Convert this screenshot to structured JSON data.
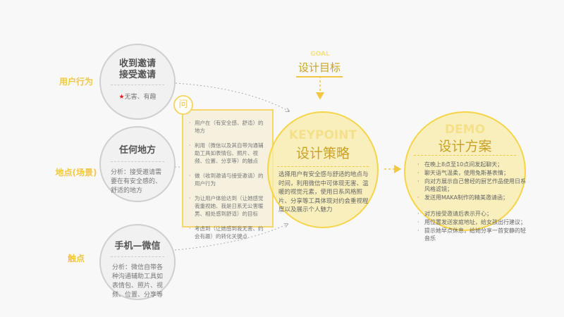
{
  "row_labels": [
    "用户行为",
    "地点(场景)",
    "触点"
  ],
  "circles": [
    {
      "title": "收到邀请\n接受邀请",
      "note": "无害、有趣",
      "star": "★"
    },
    {
      "title": "任何地方",
      "note": "分析：接受邀请需要在有安全感的、舒适的地方"
    },
    {
      "title": "手机—微信",
      "note": "分析：微信自带各种沟通辅助工具如表情包、照片、视频、位置、分享等"
    }
  ],
  "question": {
    "badge": "问",
    "items": [
      "用户在（有安全感、舒适）的地方",
      "利用（微信以及其自带沟通辅助工具如表情包、照片、视频、位置、分享等）的触点",
      "做（收到邀请与接受邀请）的用户行为",
      "为让用户体验达到（让她感觉我重视她、我是日系无公害暖男、相处感到舒适）的目标",
      "考虑到（让她感到我无害、约会有趣）的转化关键点"
    ]
  },
  "goal": {
    "en": "GOAL",
    "zh": "设计目标"
  },
  "keypoint": {
    "en": "KEYPOINT",
    "zh": "设计策略",
    "text": "选择用户有安全感与舒适的地点与时间，利用微信中可体现无害、温暖的视觉元素，使用日系风格照片、分享等工具体现对约会重视程度以及展示个人魅力"
  },
  "demo": {
    "en": "DEMO",
    "zh": "设计方案",
    "items_a": [
      "在晚上8点至10点间发起聊天；",
      "聊天语气温柔，使用兔斯基表情；",
      "向对方展示自己曾经的厨艺作品使用日系风格滤镜；",
      "发送用MAKA制作的精美邀请函；"
    ],
    "items_b": [
      "对方接受邀请后表示开心；",
      "用位置发送家庭地址，给女孩出行建议；",
      "提示她早点休息，给她分享一首安静的轻音乐"
    ]
  },
  "colors": {
    "accent": "#f2c744",
    "star": "#e02020",
    "circle_border": "#cfcfcf"
  }
}
